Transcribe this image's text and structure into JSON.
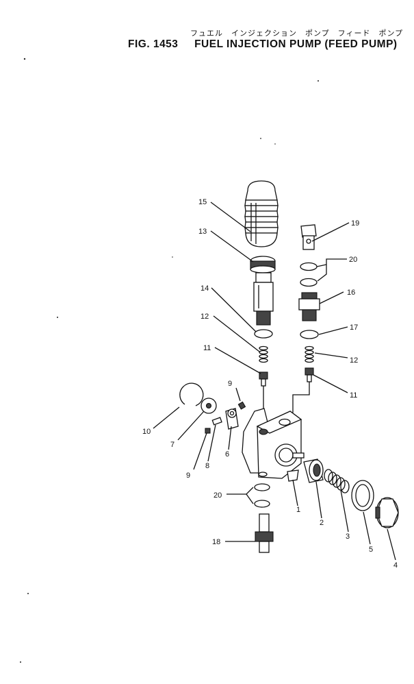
{
  "header": {
    "japanese_title": "フュエル　インジェクション　ポンプ　フィード　ポンプ",
    "figure_number": "FIG. 1453",
    "title": "FUEL  INJECTION  PUMP  (FEED  PUMP)"
  },
  "callouts": {
    "c15": "15",
    "c13": "13",
    "c19": "19",
    "c20a": "20",
    "c14": "14",
    "c16": "16",
    "c12a": "12",
    "c17": "17",
    "c11a": "11",
    "c12b": "12",
    "c11b": "11",
    "c9a": "9",
    "c10": "10",
    "c7": "7",
    "c6": "6",
    "c8": "8",
    "c9b": "9",
    "c20b": "20",
    "c1": "1",
    "c2": "2",
    "c3": "3",
    "c5": "5",
    "c4": "4",
    "c18": "18"
  }
}
